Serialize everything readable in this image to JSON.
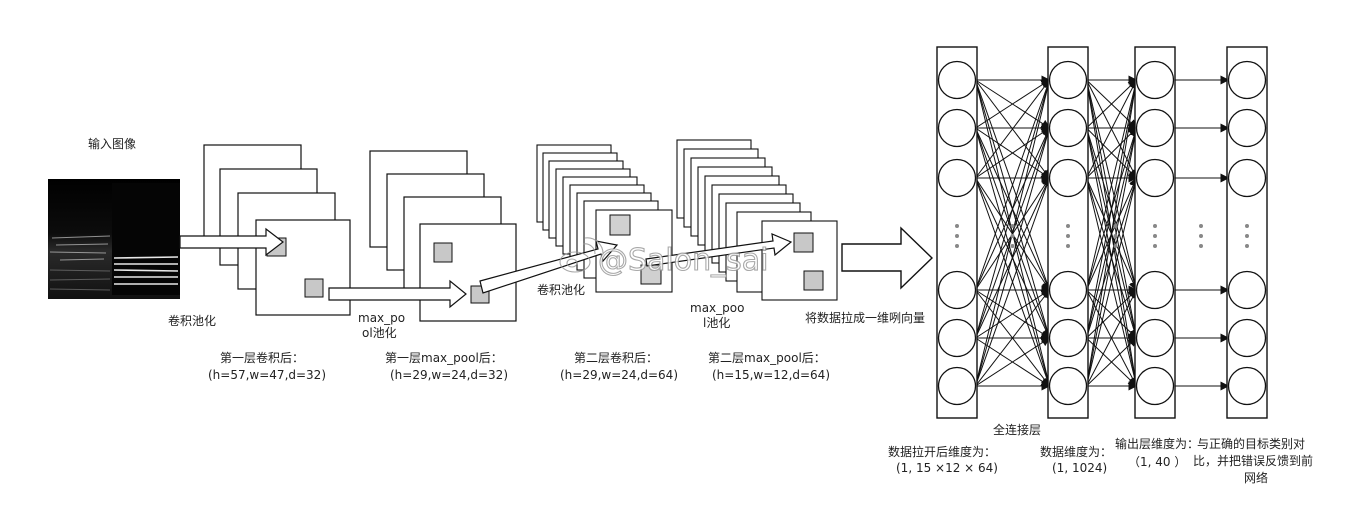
{
  "labels": {
    "input_image": "输入图像",
    "conv_pool_1": "卷积池化",
    "max_pool_1_line1": "max_po",
    "max_pool_1_line2": "ol池化",
    "conv_pool_2": "卷积池化",
    "max_pool_2_line1": "max_poo",
    "max_pool_2_line2": "l池化",
    "flatten": "将数据拉成一维咧向量",
    "fully_connected": "全连接层"
  },
  "stages": [
    {
      "title": "第一层卷积后：",
      "dims": "(h=57,w=47,d=32)"
    },
    {
      "title": "第一层max_pool后：",
      "dims": "(h=29,w=24,d=32)"
    },
    {
      "title": "第二层卷积后：",
      "dims": "(h=29,w=24,d=64)"
    },
    {
      "title": "第二层max_pool后：",
      "dims": "(h=15,w=12,d=64)"
    }
  ],
  "fc_notes": {
    "flatten_dims_title": "数据拉开后维度为：",
    "flatten_dims_value": "(1, 15 ×12 × 64)",
    "hidden_dims_title": "数据维度为：",
    "hidden_dims_value": "(1, 1024)",
    "output_dims_title": "输出层维度为：",
    "output_dims_value": "（1, 40 ）",
    "compare_line1": "与正确的目标类别对",
    "compare_line2": "比，并把错误反馈到前",
    "compare_line3": "网络"
  },
  "watermark": "@Salon_sai"
}
